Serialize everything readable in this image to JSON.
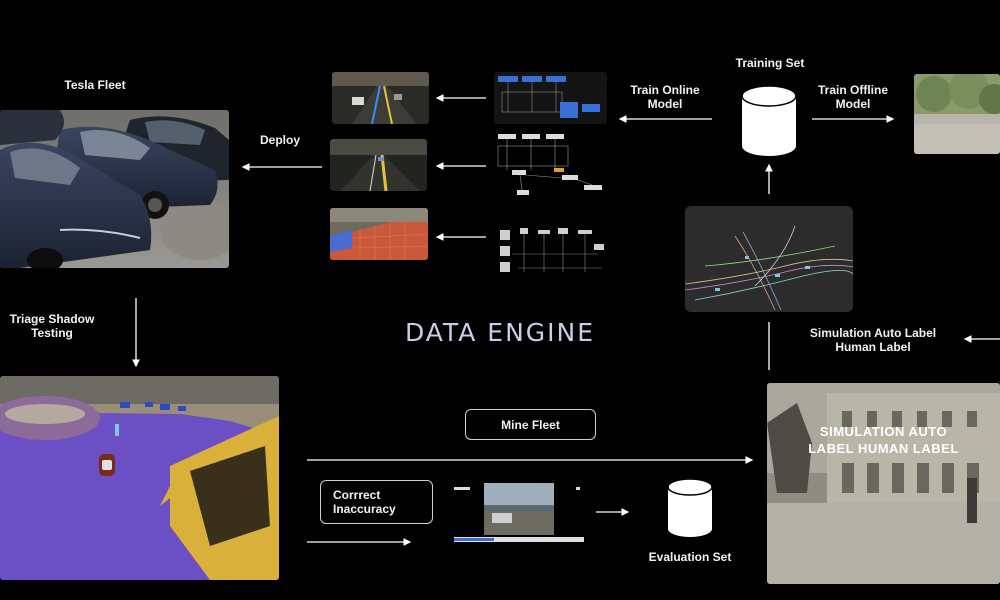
{
  "title": "DATA ENGINE",
  "labels": {
    "tesla_fleet": "Tesla Fleet",
    "deploy": "Deploy",
    "triage_line1": "Triage Shadow",
    "triage_line2": "Testing",
    "training_set": "Training Set",
    "train_online_line1": "Train Online",
    "train_online_line2": "Model",
    "train_offline_line1": "Train Offline",
    "train_offline_line2": "Model",
    "sim_label_line1": "Simulation Auto Label",
    "sim_label_line2": "Human Label",
    "sim_overlay_line1": "SIMULATION AUTO",
    "sim_overlay_line2": "LABEL HUMAN LABEL",
    "evaluation_set": "Evaluation Set"
  },
  "buttons": {
    "mine_fleet": "Mine Fleet",
    "correct_line1": "Corrrect",
    "correct_line2": "Inaccuracy"
  },
  "colors": {
    "title": "#c9cde8",
    "arrow": "#ffffff",
    "background": "#000000",
    "segmentation_purple": "#6b4fc4",
    "segmentation_yellow": "#d9b03a"
  },
  "icons": {
    "training_set": "database-cylinder-icon",
    "evaluation_set": "database-cylinder-icon"
  }
}
